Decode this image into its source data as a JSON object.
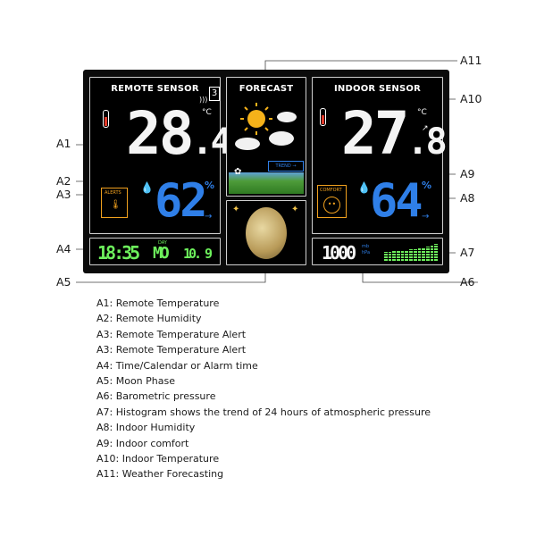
{
  "device": {
    "remote": {
      "title": "REMOTE SENSOR",
      "channel": "3",
      "temp_unit": "°C",
      "temp_int": "28",
      "temp_dec": ".4",
      "humidity": "62",
      "humidity_unit": "%",
      "alerts_label": "ALERTS"
    },
    "forecast": {
      "title": "FORECAST",
      "trend_label": "TREND"
    },
    "indoor": {
      "title": "INDOOR SENSOR",
      "temp_unit": "°C",
      "temp_int": "27",
      "temp_dec": ".8",
      "humidity": "64",
      "humidity_unit": "%",
      "comfort_label": "COMFORT"
    },
    "clock": {
      "time": "18:35",
      "day_label": "DAY",
      "day": "MO",
      "month": "10.",
      "date": "9"
    },
    "pressure": {
      "value": "1000",
      "unit_top": "mb",
      "unit_bottom": "hPa",
      "histogram_bars": [
        0.55,
        0.55,
        0.6,
        0.6,
        0.65,
        0.65,
        0.7,
        0.7,
        0.75,
        0.8,
        0.85,
        0.9,
        1.0
      ]
    },
    "colors": {
      "segment_white": "#f4f4f4",
      "segment_blue": "#2f7fe8",
      "segment_green": "#6df05c",
      "alert_orange": "#f0a01e"
    }
  },
  "callouts": {
    "a1": "A1",
    "a2": "A2",
    "a3": "A3",
    "a4": "A4",
    "a5": "A5",
    "a6": "A6",
    "a7": "A7",
    "a8": "A8",
    "a9": "A9",
    "a10": "A10",
    "a11": "A11"
  },
  "legend": [
    "A1: Remote Temperature",
    "A2: Remote Humidity",
    "A3: Remote Temperature Alert",
    "A3: Remote Temperature Alert",
    "A4: Time/Calendar or Alarm time",
    "A5: Moon Phase",
    "A6: Barometric pressure",
    "A7: Histogram shows the trend of 24 hours of atmospheric pressure",
    "A8: Indoor Humidity",
    "A9: Indoor comfort",
    "A10: Indoor Temperature",
    "A11: Weather Forecasting"
  ]
}
